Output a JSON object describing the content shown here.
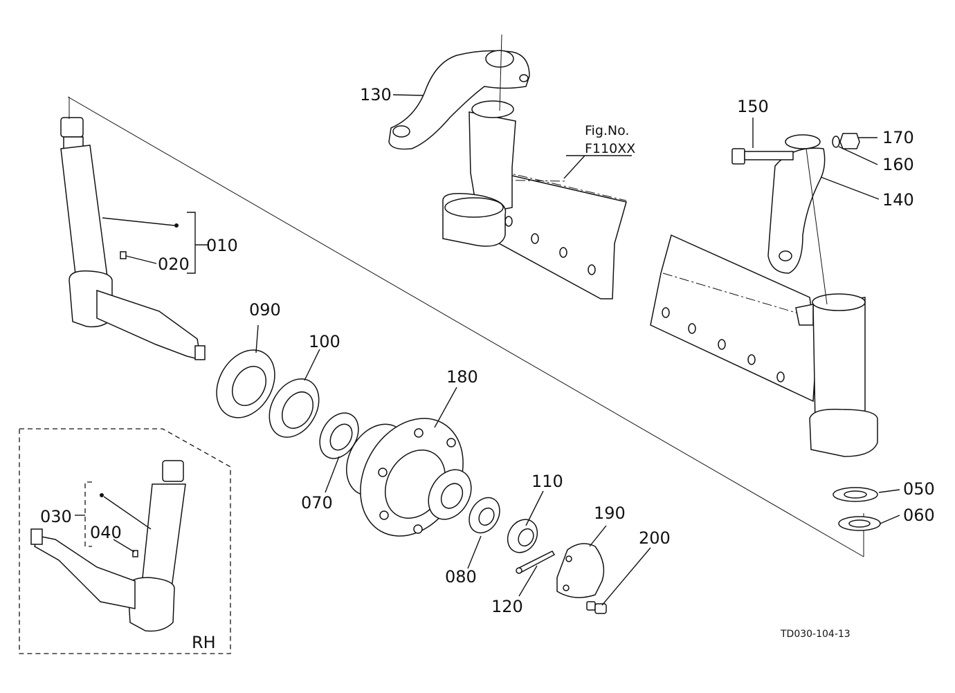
{
  "callouts": {
    "c010": "010",
    "c020": "020",
    "c030": "030",
    "c040": "040",
    "c050": "050",
    "c060": "060",
    "c070": "070",
    "c080": "080",
    "c090": "090",
    "c100": "100",
    "c110": "110",
    "c120": "120",
    "c130": "130",
    "c140": "140",
    "c150": "150",
    "c160": "160",
    "c170": "170",
    "c180": "180",
    "c190": "190",
    "c200": "200"
  },
  "fig_ref": {
    "line1": "Fig.No.",
    "line2": "F110XX"
  },
  "inset_label": "RH",
  "drawing_id": "TD030-104-13"
}
